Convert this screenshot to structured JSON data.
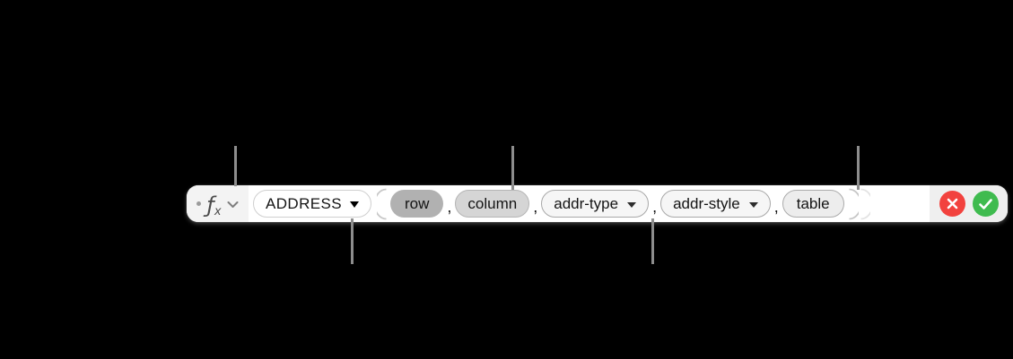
{
  "formula_bar": {
    "fx": {
      "f": "ƒ",
      "sub": "x"
    },
    "function": {
      "label": "ADDRESS",
      "has_dropdown": true
    },
    "comma": ",",
    "arguments": [
      {
        "label": "row",
        "state": "selected",
        "has_dropdown": false
      },
      {
        "label": "column",
        "state": "placeholder",
        "has_dropdown": false
      },
      {
        "label": "addr-type",
        "state": "optional",
        "has_dropdown": true
      },
      {
        "label": "addr-style",
        "state": "optional",
        "has_dropdown": true
      },
      {
        "label": "table",
        "state": "optional",
        "has_dropdown": false
      }
    ],
    "icons": {
      "handle": "drag-dot-icon",
      "function": "fx-icon",
      "disclosure": "chevron-down-icon",
      "cancel": "x-circle-icon",
      "accept": "check-circle-icon"
    },
    "colors": {
      "cancel_red": "#f2423e",
      "accept_green": "#3fbb4f",
      "selected_argument_fill": "#b1b1b1",
      "argument_fill": "#d5d5d5",
      "optional_argument_fill": "#f6f6f6",
      "callout_line": "#8d8d8d",
      "bar_background": "#ffffff",
      "section_background": "#f3f3f3",
      "page_background": "#000000"
    }
  }
}
